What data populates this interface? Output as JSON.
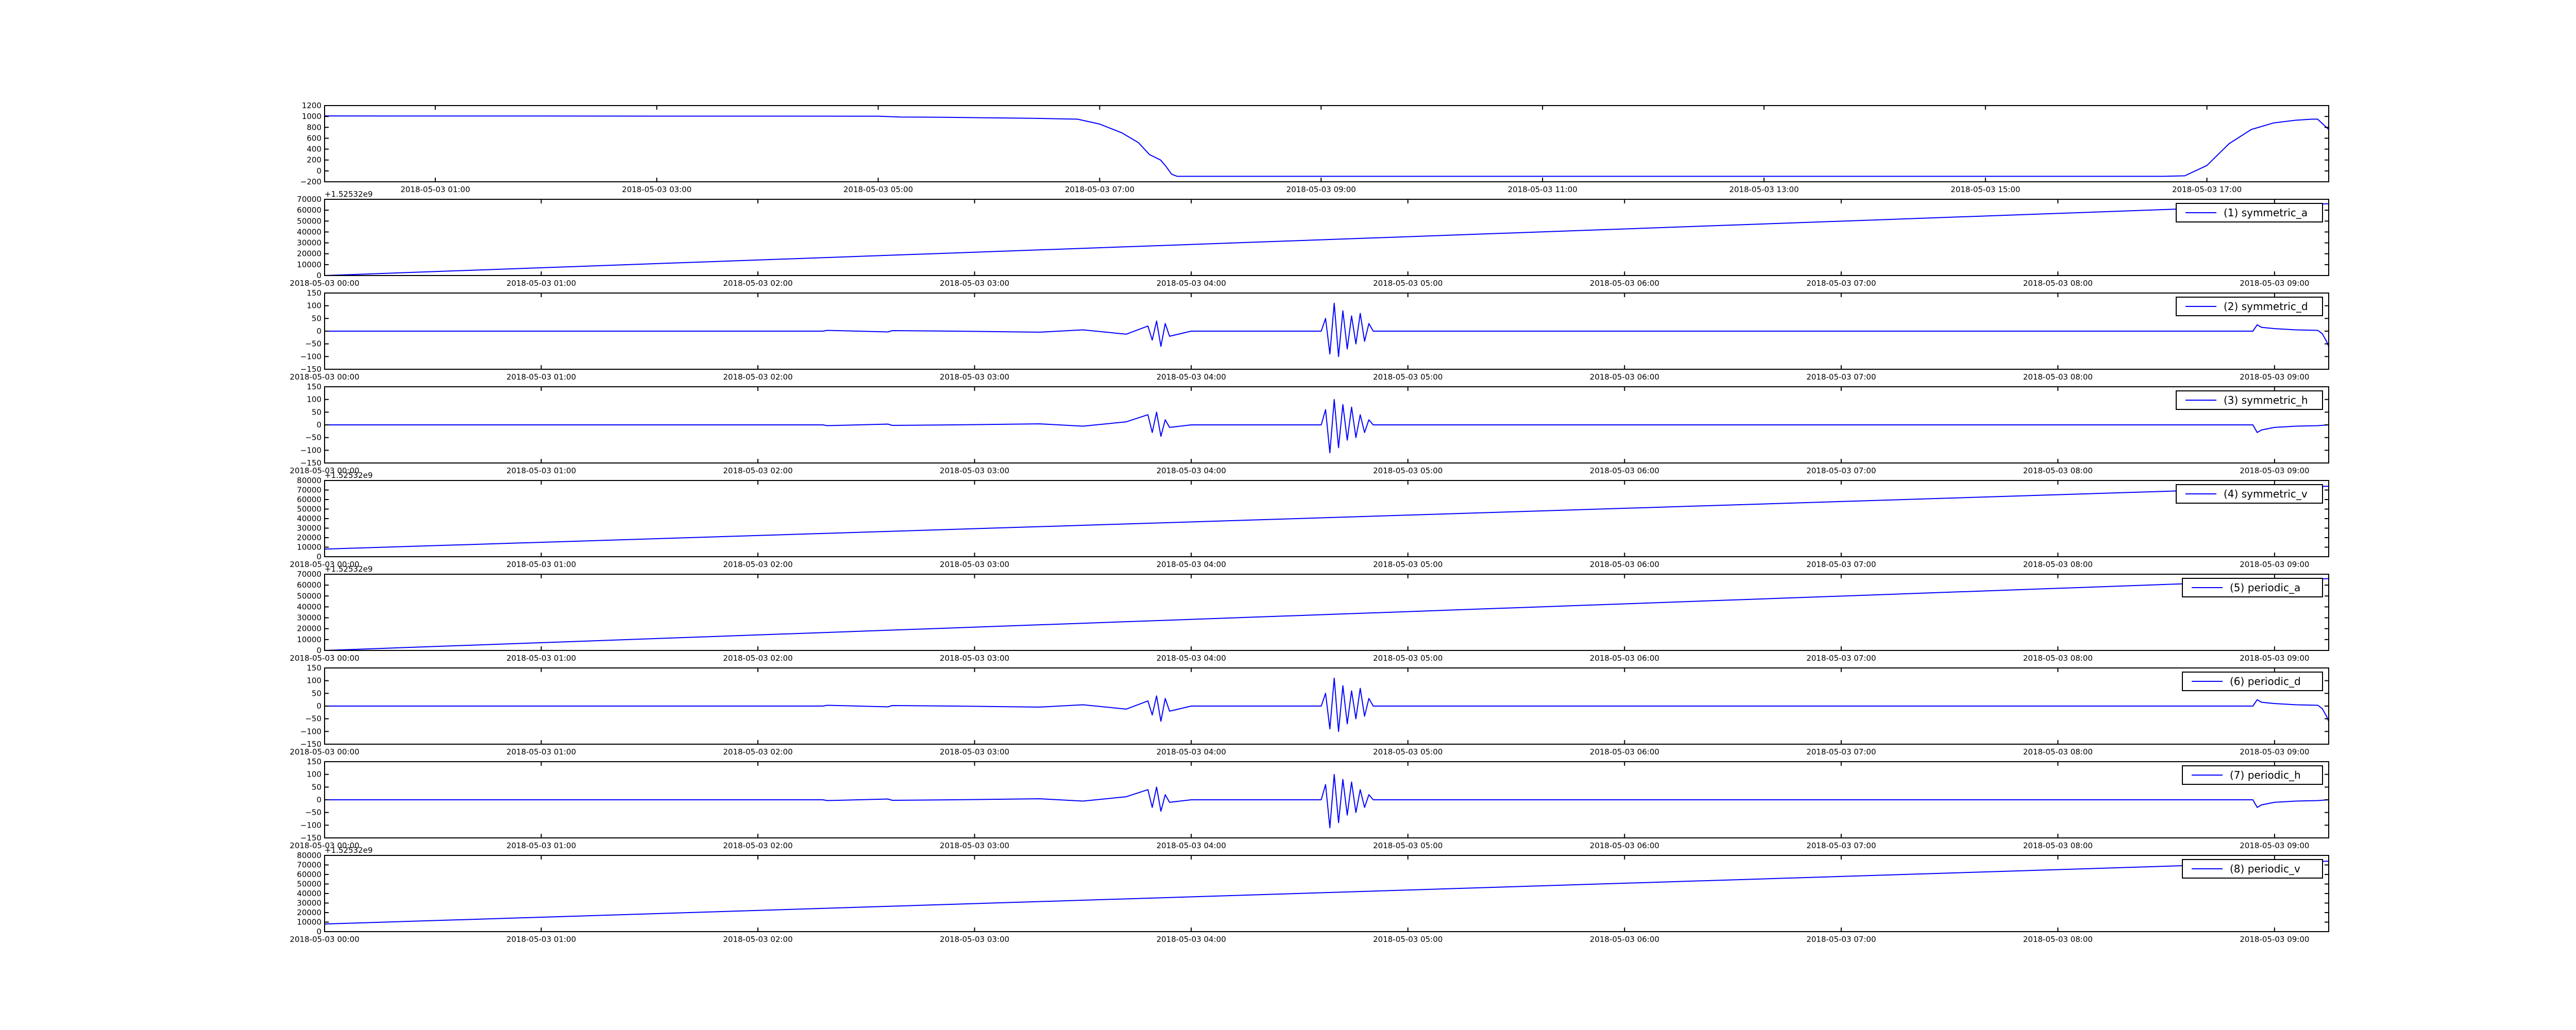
{
  "chart_data": [
    {
      "type": "line",
      "name": "",
      "ylim": [
        -200,
        1200
      ],
      "yticks": [
        -200,
        0,
        200,
        400,
        600,
        800,
        1000,
        1200
      ],
      "xlim": [
        0,
        18.1
      ],
      "xticks": [
        {
          "at": 1,
          "label": "2018-05-03 01:00"
        },
        {
          "at": 3,
          "label": "2018-05-03 03:00"
        },
        {
          "at": 5,
          "label": "2018-05-03 05:00"
        },
        {
          "at": 7,
          "label": "2018-05-03 07:00"
        },
        {
          "at": 9,
          "label": "2018-05-03 09:00"
        },
        {
          "at": 11,
          "label": "2018-05-03 11:00"
        },
        {
          "at": 13,
          "label": "2018-05-03 13:00"
        },
        {
          "at": 15,
          "label": "2018-05-03 15:00"
        },
        {
          "at": 17,
          "label": "2018-05-03 17:00"
        }
      ],
      "offset_label": "",
      "x": [
        0,
        1,
        2,
        3,
        4,
        5,
        5.2,
        5.6,
        6,
        6.4,
        6.8,
        7.0,
        7.2,
        7.35,
        7.45,
        7.55,
        7.6,
        7.65,
        7.7,
        8,
        9,
        10,
        11,
        12,
        13,
        14,
        15,
        16,
        16.3,
        16.6,
        16.8,
        17.0,
        17.2,
        17.4,
        17.6,
        17.8,
        17.95,
        18.0,
        18.1
      ],
      "values": [
        1010,
        1008,
        1008,
        1006,
        1006,
        1005,
        990,
        985,
        975,
        965,
        950,
        860,
        700,
        520,
        300,
        200,
        80,
        -60,
        -100,
        -100,
        -100,
        -100,
        -100,
        -100,
        -100,
        -100,
        -100,
        -100,
        -100,
        -100,
        -90,
        100,
        500,
        760,
        880,
        930,
        950,
        950,
        760
      ]
    },
    {
      "type": "line",
      "legend": "(1) symmetric_a",
      "ylim": [
        0,
        70000
      ],
      "yticks": [
        0,
        10000,
        20000,
        30000,
        40000,
        50000,
        60000,
        70000
      ],
      "offset_label": "+1.52532e9",
      "x": [
        0,
        9.25
      ],
      "values": [
        0,
        66000
      ]
    },
    {
      "type": "line",
      "legend": "(2) symmetric_d",
      "ylim": [
        -150,
        150
      ],
      "yticks": [
        -150,
        -100,
        -50,
        0,
        50,
        100,
        150
      ],
      "offset_label": "",
      "x": [
        0,
        2.3,
        2.32,
        2.6,
        2.62,
        2.9,
        3.3,
        3.5,
        3.7,
        3.8,
        3.82,
        3.84,
        3.86,
        3.88,
        3.9,
        4.0,
        4.2,
        4.4,
        4.6,
        4.62,
        4.64,
        4.66,
        4.68,
        4.7,
        4.72,
        4.74,
        4.76,
        4.78,
        4.8,
        4.82,
        4.84,
        5.0,
        8.0,
        8.9,
        8.92,
        8.94,
        9.0,
        9.1,
        9.2,
        9.22,
        9.24,
        9.25
      ],
      "values": [
        0,
        0,
        3,
        -3,
        2,
        0,
        -4,
        5,
        -12,
        20,
        -35,
        40,
        -60,
        30,
        -20,
        0,
        0,
        0,
        0,
        50,
        -90,
        110,
        -100,
        80,
        -70,
        60,
        -50,
        70,
        -40,
        30,
        0,
        0,
        0,
        0,
        25,
        15,
        10,
        5,
        3,
        -10,
        -40,
        -60
      ]
    },
    {
      "type": "line",
      "legend": "(3) symmetric_h",
      "ylim": [
        -150,
        150
      ],
      "yticks": [
        -150,
        -100,
        -50,
        0,
        50,
        100,
        150
      ],
      "offset_label": "",
      "x": [
        0,
        2.3,
        2.32,
        2.6,
        2.62,
        2.9,
        3.3,
        3.5,
        3.7,
        3.8,
        3.82,
        3.84,
        3.86,
        3.88,
        3.9,
        4.0,
        4.6,
        4.62,
        4.64,
        4.66,
        4.68,
        4.7,
        4.72,
        4.74,
        4.76,
        4.78,
        4.8,
        4.82,
        4.84,
        5.0,
        8.9,
        8.92,
        8.94,
        9.0,
        9.1,
        9.2,
        9.25
      ],
      "values": [
        0,
        0,
        -3,
        3,
        -2,
        0,
        4,
        -5,
        12,
        40,
        -30,
        50,
        -45,
        20,
        -10,
        0,
        0,
        60,
        -110,
        100,
        -90,
        80,
        -60,
        70,
        -50,
        40,
        -30,
        20,
        0,
        0,
        0,
        -30,
        -20,
        -10,
        -5,
        -3,
        0
      ]
    },
    {
      "type": "line",
      "legend": "(4) symmetric_v",
      "ylim": [
        0,
        80000
      ],
      "yticks": [
        0,
        10000,
        20000,
        30000,
        40000,
        50000,
        60000,
        70000,
        80000
      ],
      "offset_label": "+1.52532e9",
      "x": [
        0,
        9.25
      ],
      "values": [
        8000,
        74000
      ]
    },
    {
      "type": "line",
      "legend": "(5) periodic_a",
      "ylim": [
        0,
        70000
      ],
      "yticks": [
        0,
        10000,
        20000,
        30000,
        40000,
        50000,
        60000,
        70000
      ],
      "offset_label": "+1.52532e9",
      "x": [
        0,
        9.25
      ],
      "values": [
        0,
        66000
      ]
    },
    {
      "type": "line",
      "legend": "(6) periodic_d",
      "ylim": [
        -150,
        150
      ],
      "yticks": [
        -150,
        -100,
        -50,
        0,
        50,
        100,
        150
      ],
      "offset_label": "",
      "x": [
        0,
        2.3,
        2.32,
        2.6,
        2.62,
        2.9,
        3.3,
        3.5,
        3.7,
        3.8,
        3.82,
        3.84,
        3.86,
        3.88,
        3.9,
        4.0,
        4.6,
        4.62,
        4.64,
        4.66,
        4.68,
        4.7,
        4.72,
        4.74,
        4.76,
        4.78,
        4.8,
        4.82,
        4.84,
        5.0,
        8.9,
        8.92,
        8.94,
        9.0,
        9.1,
        9.2,
        9.22,
        9.24,
        9.25
      ],
      "values": [
        0,
        0,
        3,
        -3,
        2,
        0,
        -4,
        5,
        -12,
        20,
        -35,
        40,
        -60,
        30,
        -20,
        0,
        0,
        50,
        -90,
        110,
        -100,
        80,
        -70,
        60,
        -50,
        70,
        -40,
        30,
        0,
        0,
        0,
        25,
        15,
        10,
        5,
        3,
        -10,
        -40,
        -60
      ]
    },
    {
      "type": "line",
      "legend": "(7) periodic_h",
      "ylim": [
        -150,
        150
      ],
      "yticks": [
        -150,
        -100,
        -50,
        0,
        50,
        100,
        150
      ],
      "offset_label": "",
      "x": [
        0,
        2.3,
        2.32,
        2.6,
        2.62,
        2.9,
        3.3,
        3.5,
        3.7,
        3.8,
        3.82,
        3.84,
        3.86,
        3.88,
        3.9,
        4.0,
        4.6,
        4.62,
        4.64,
        4.66,
        4.68,
        4.7,
        4.72,
        4.74,
        4.76,
        4.78,
        4.8,
        4.82,
        4.84,
        5.0,
        8.9,
        8.92,
        8.94,
        9.0,
        9.1,
        9.2,
        9.25
      ],
      "values": [
        0,
        0,
        -3,
        3,
        -2,
        0,
        4,
        -5,
        12,
        40,
        -30,
        50,
        -45,
        20,
        -10,
        0,
        0,
        60,
        -110,
        100,
        -90,
        80,
        -60,
        70,
        -50,
        40,
        -30,
        20,
        0,
        0,
        0,
        -30,
        -20,
        -10,
        -5,
        -3,
        0
      ]
    },
    {
      "type": "line",
      "legend": "(8) periodic_v",
      "ylim": [
        0,
        80000
      ],
      "yticks": [
        0,
        10000,
        20000,
        30000,
        40000,
        50000,
        60000,
        70000,
        80000
      ],
      "offset_label": "+1.52532e9",
      "x": [
        0,
        9.25
      ],
      "values": [
        8000,
        74000
      ]
    }
  ],
  "shared_xaxis": {
    "xlim": [
      0,
      9.25
    ],
    "xticks": [
      {
        "at": 0,
        "label": "2018-05-03 00:00"
      },
      {
        "at": 1,
        "label": "2018-05-03 01:00"
      },
      {
        "at": 2,
        "label": "2018-05-03 02:00"
      },
      {
        "at": 3,
        "label": "2018-05-03 03:00"
      },
      {
        "at": 4,
        "label": "2018-05-03 04:00"
      },
      {
        "at": 5,
        "label": "2018-05-03 05:00"
      },
      {
        "at": 6,
        "label": "2018-05-03 06:00"
      },
      {
        "at": 7,
        "label": "2018-05-03 07:00"
      },
      {
        "at": 8,
        "label": "2018-05-03 08:00"
      },
      {
        "at": 9,
        "label": "2018-05-03 09:00"
      }
    ]
  },
  "colors": {
    "line": "#0000ff",
    "axis": "#000000",
    "background": "#ffffff"
  }
}
